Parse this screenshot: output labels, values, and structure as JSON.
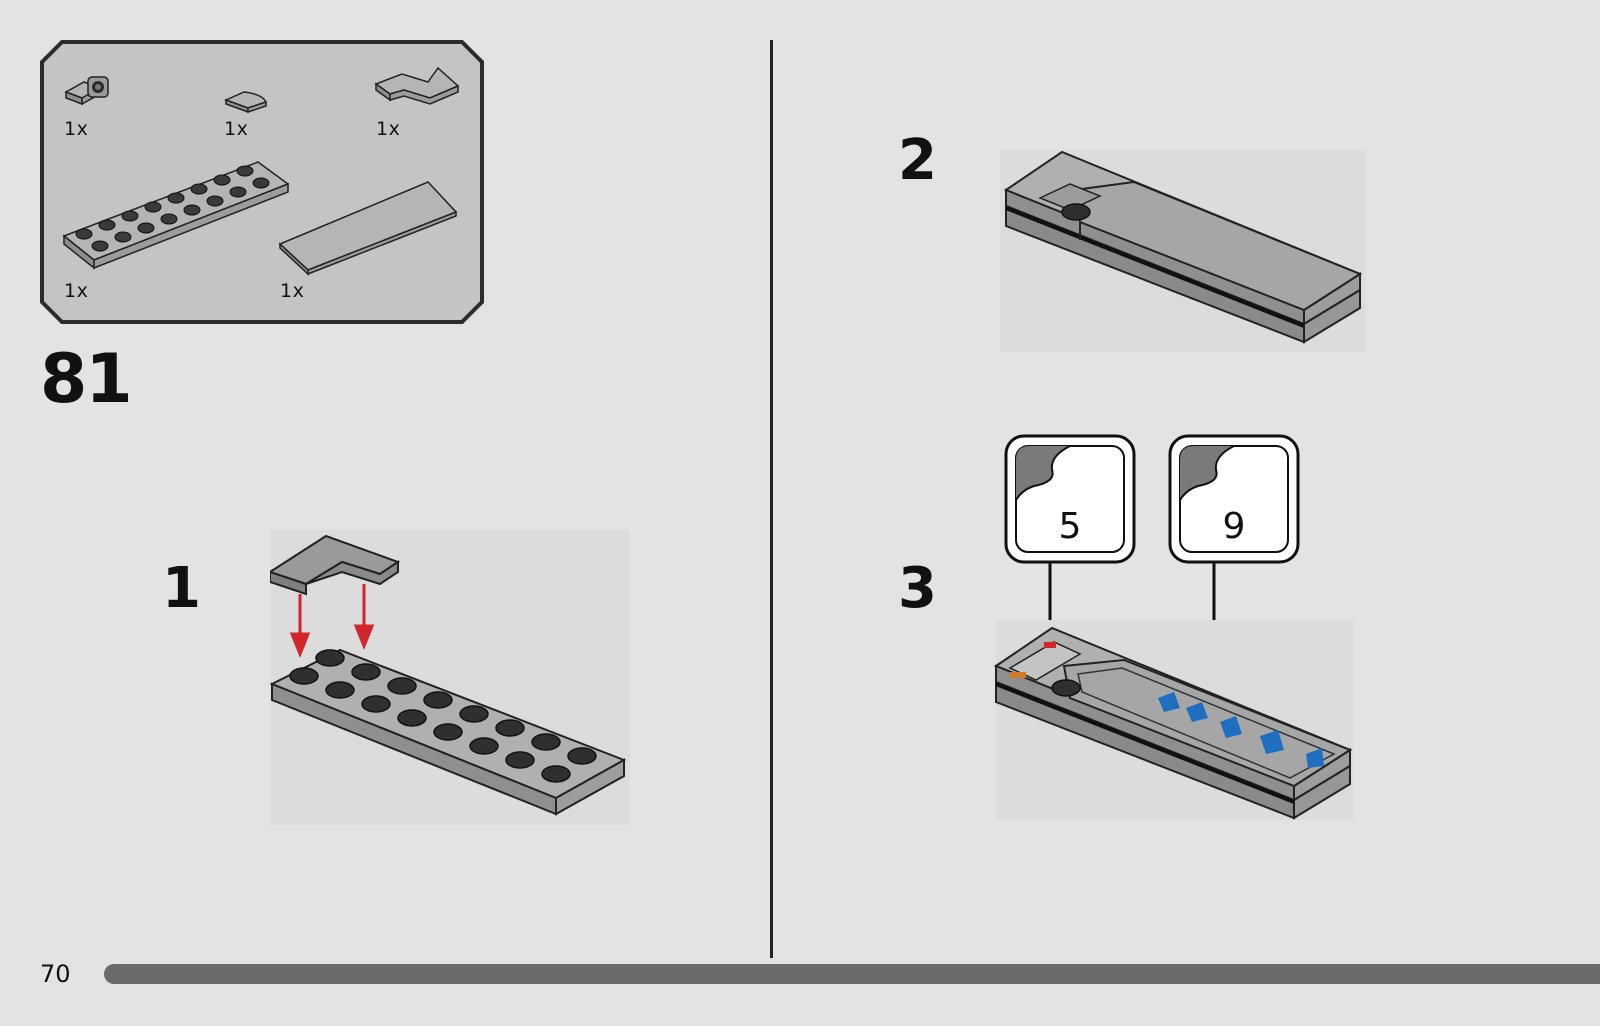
{
  "parts_list": {
    "items": [
      {
        "name": "plate-1x1-clip",
        "qty": "1x"
      },
      {
        "name": "tile-1x1-quarter-round",
        "qty": "1x"
      },
      {
        "name": "plate-corner-2x2",
        "qty": "1x"
      },
      {
        "name": "plate-2x8",
        "qty": "1x"
      },
      {
        "name": "tile-2x6",
        "qty": "1x"
      }
    ]
  },
  "step": {
    "main_number": "81",
    "substeps": [
      {
        "number": "1"
      },
      {
        "number": "2"
      },
      {
        "number": "3",
        "stickers": [
          "5",
          "9"
        ]
      }
    ]
  },
  "page": {
    "number": "70"
  },
  "colors": {
    "background": "#e3e3e3",
    "brick_gray": "#a9a9a9",
    "arrow_red": "#d0262c",
    "sticker_blue": "#1f6fc0",
    "page_bar": "#6b6a68"
  }
}
